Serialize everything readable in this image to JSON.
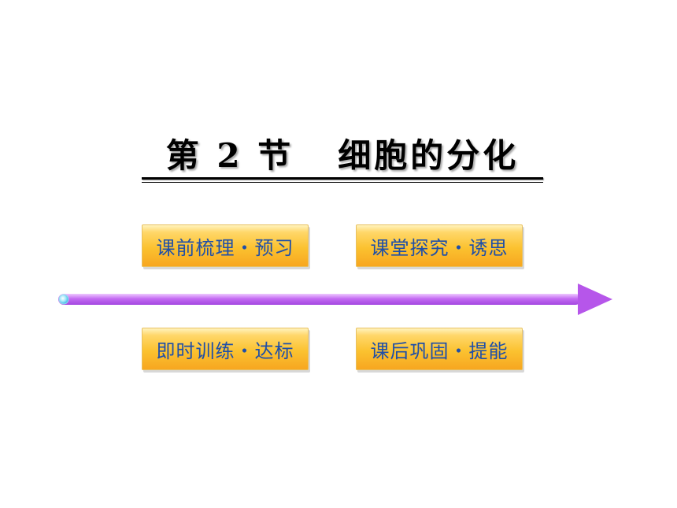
{
  "title": {
    "part1": "第 2 节",
    "part2": "细胞的分化"
  },
  "nav": {
    "top_left": "课前梳理・预习",
    "top_right": "课堂探究・诱思",
    "bottom_left": "即时训练・达标",
    "bottom_right": "课后巩固・提能"
  },
  "colors": {
    "button_text": "#1f4fa8",
    "button_fill": "#fbc230",
    "arrow": "#c86cf0",
    "arrow_dot": "#7fd7f2"
  }
}
